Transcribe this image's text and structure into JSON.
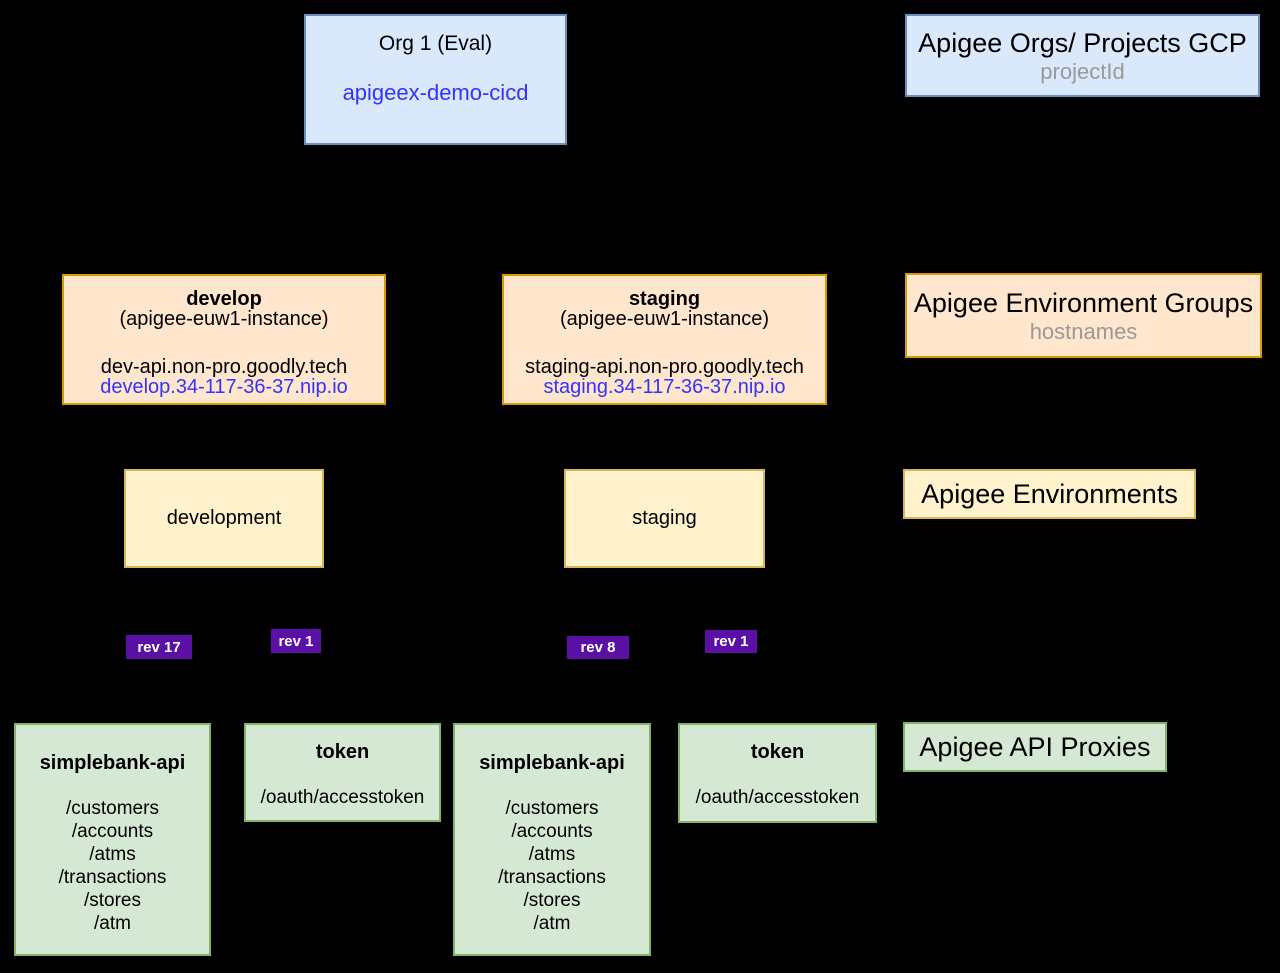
{
  "colors": {
    "background": "#000000",
    "blue_fill": "#DAE8FC",
    "blue_border": "#6C8EBF",
    "orange_fill": "#FFE6CC",
    "orange_border": "#D79B00",
    "yellow_fill": "#FFF2CC",
    "yellow_border": "#D6B656",
    "green_fill": "#D5E8D4",
    "green_border": "#82B366",
    "purple_badge": "#5A10A5",
    "link_blue": "#3333FF",
    "muted_gray": "#999999"
  },
  "org": {
    "title": "Org 1 (Eval)",
    "id": "apigeex-demo-cicd"
  },
  "legends": {
    "orgs": {
      "title": "Apigee Orgs/ Projects GCP",
      "subtitle": "projectId"
    },
    "env_groups": {
      "title": "Apigee Environment Groups",
      "subtitle": "hostnames"
    },
    "environments": {
      "title": "Apigee Environments"
    },
    "proxies": {
      "title": "Apigee API Proxies"
    }
  },
  "env_groups": [
    {
      "name": "develop",
      "instance": "(apigee-euw1-instance)",
      "hostname": "dev-api.non-pro.goodly.tech",
      "nip_hostname": "develop.34-117-36-37.nip.io"
    },
    {
      "name": "staging",
      "instance": "(apigee-euw1-instance)",
      "hostname": "staging-api.non-pro.goodly.tech",
      "nip_hostname": "staging.34-117-36-37.nip.io"
    }
  ],
  "environments": [
    {
      "name": "development"
    },
    {
      "name": "staging"
    }
  ],
  "revisions": [
    {
      "label": "rev 17"
    },
    {
      "label": "rev 1"
    },
    {
      "label": "rev 8"
    },
    {
      "label": "rev 1"
    }
  ],
  "proxies": [
    {
      "name": "simplebank-api",
      "paths": [
        "/customers",
        "/accounts",
        "/atms",
        "/transactions",
        "/stores",
        "/atm"
      ]
    },
    {
      "name": "token",
      "paths": [
        "/oauth/accesstoken"
      ]
    },
    {
      "name": "simplebank-api",
      "paths": [
        "/customers",
        "/accounts",
        "/atms",
        "/transactions",
        "/stores",
        "/atm"
      ]
    },
    {
      "name": "token",
      "paths": [
        "/oauth/accesstoken"
      ]
    }
  ]
}
